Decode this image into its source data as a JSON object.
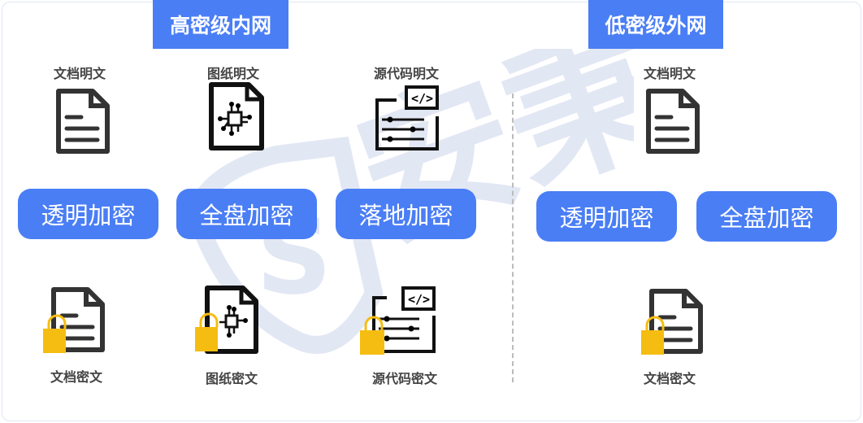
{
  "watermark_text": "安秉",
  "sections": {
    "high": "高密级内网",
    "low": "低密级外网"
  },
  "plain_labels": [
    "文档明文",
    "图纸明文",
    "源代码明文",
    "文档明文"
  ],
  "cipher_labels": [
    "文档密文",
    "图纸密文",
    "源代码密文",
    "文档密文"
  ],
  "buttons": [
    "透明加密",
    "全盘加密",
    "落地加密",
    "透明加密",
    "全盘加密"
  ],
  "colors": {
    "accent": "#4a7ef5",
    "lock": "#f5bd11"
  }
}
